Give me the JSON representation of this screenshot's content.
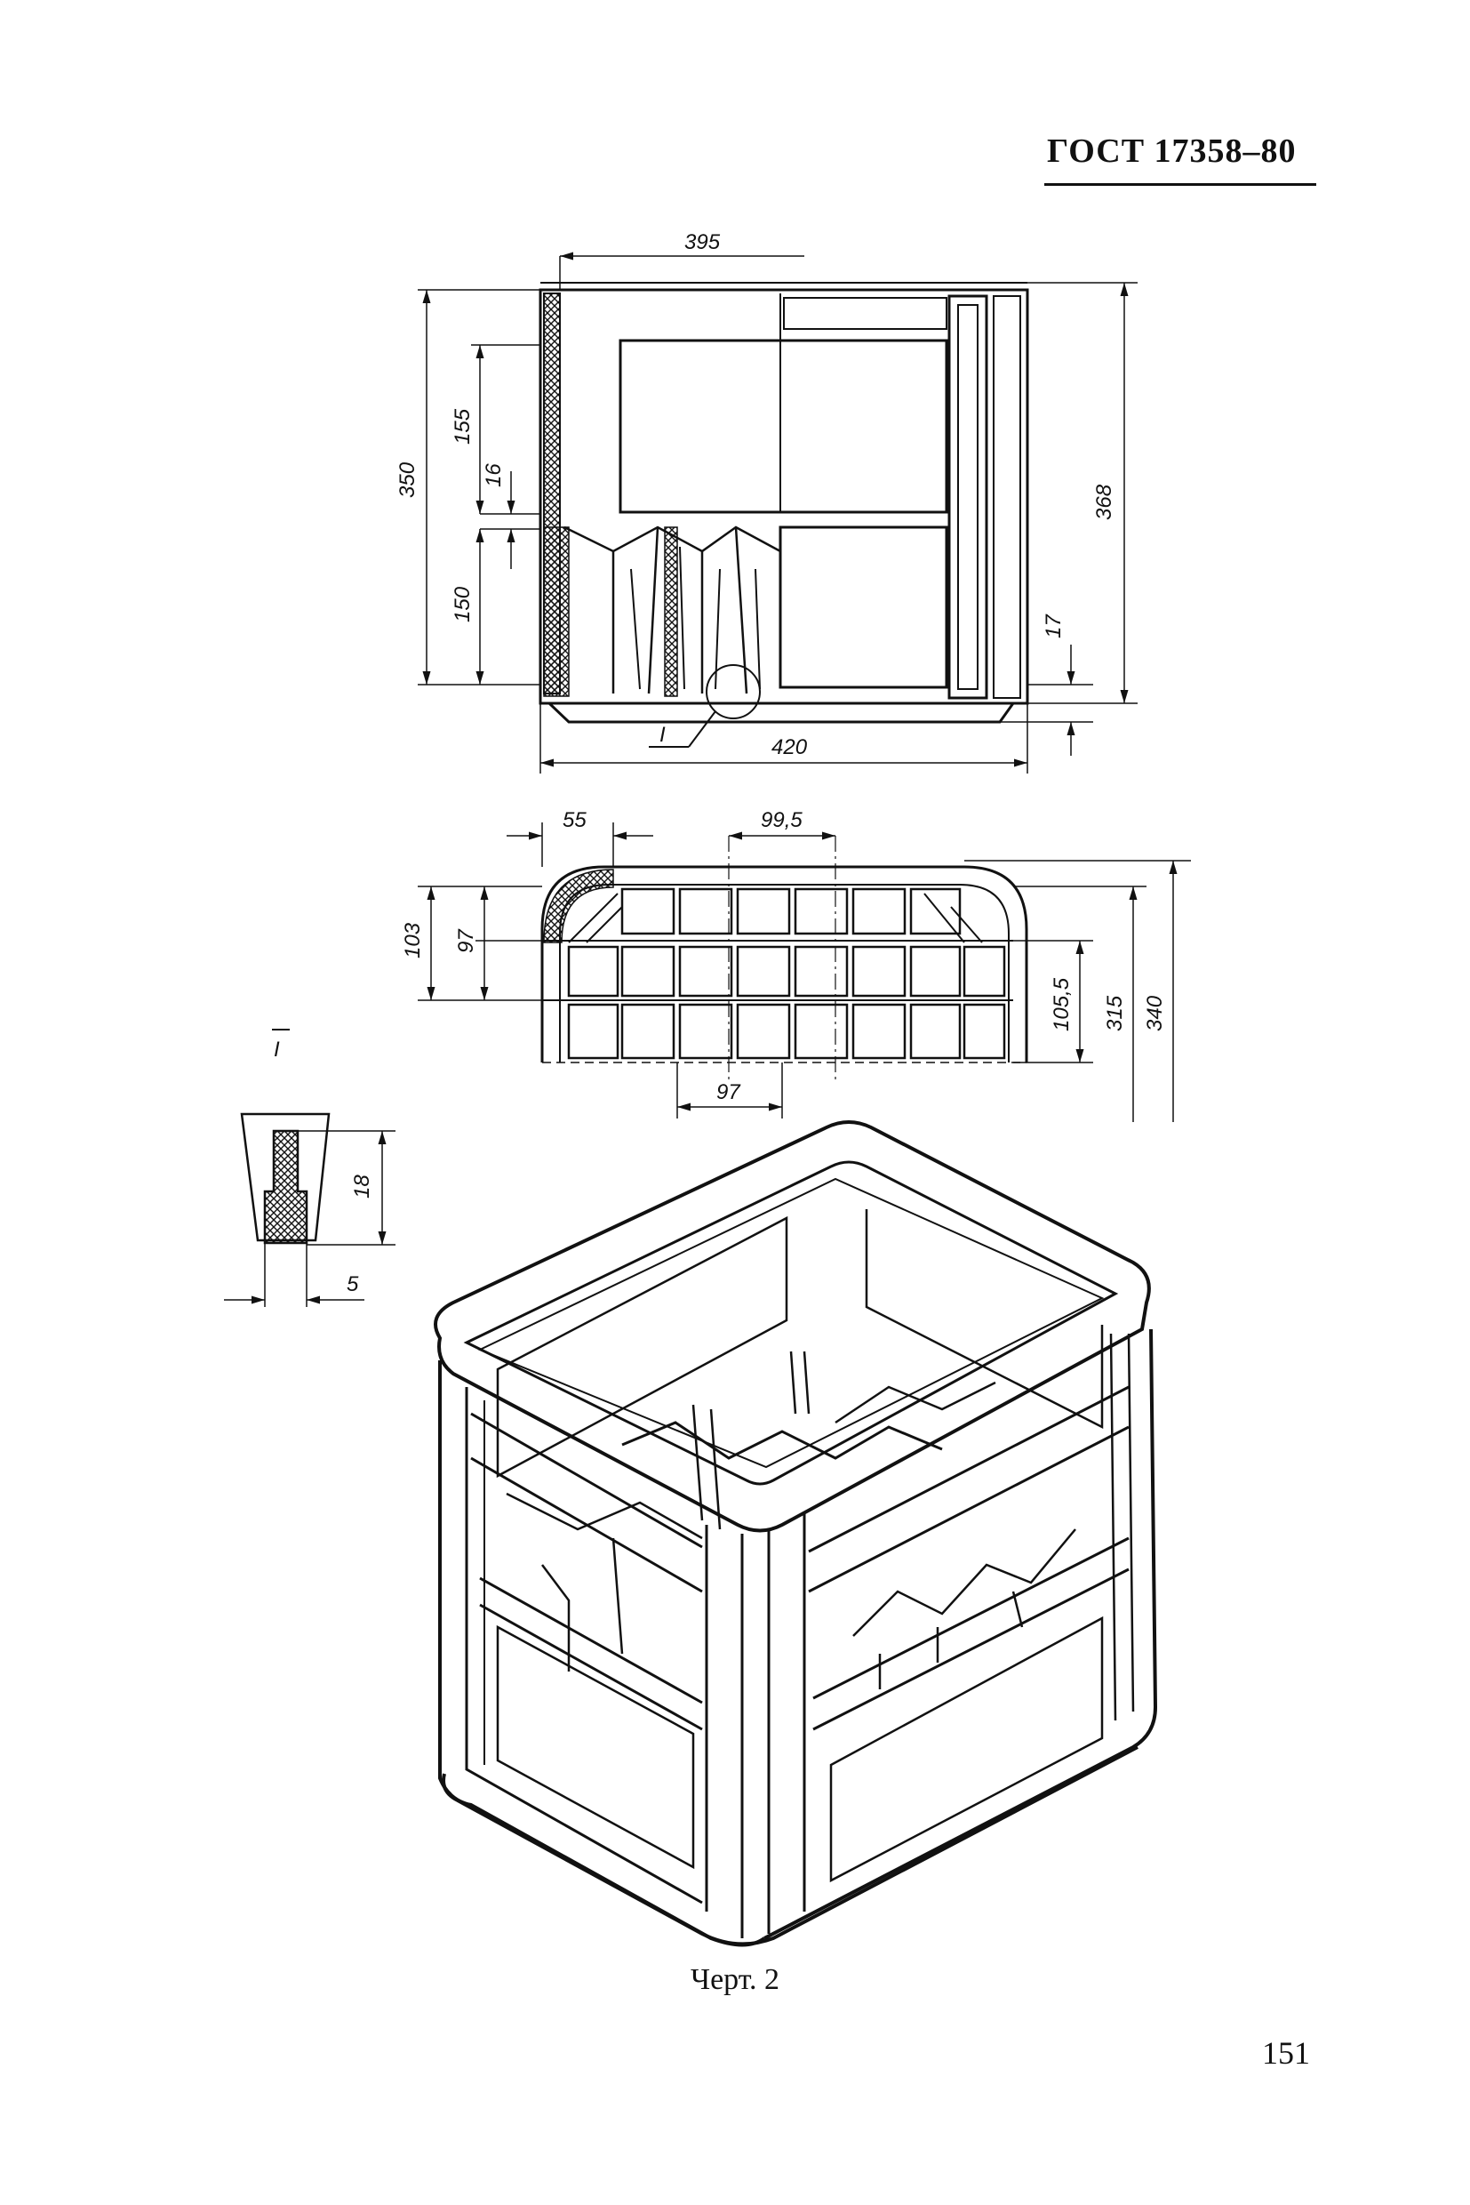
{
  "header": {
    "standard_code": "ГОСТ 17358–80"
  },
  "drawing": {
    "dimensions": {
      "d395": "395",
      "d350": "350",
      "d155": "155",
      "d16": "16",
      "d150": "150",
      "d368": "368",
      "d17": "17",
      "d420": "420",
      "d55": "55",
      "d99_5": "99,5",
      "d103": "103",
      "d97_left": "97",
      "d105_5": "105,5",
      "d315": "315",
      "d340": "340",
      "d97_bottom": "97",
      "d18": "18",
      "d5": "5"
    },
    "detail_marker": "I",
    "detail_title": "I"
  },
  "footer": {
    "caption": "Черт. 2",
    "page_number": "151"
  }
}
